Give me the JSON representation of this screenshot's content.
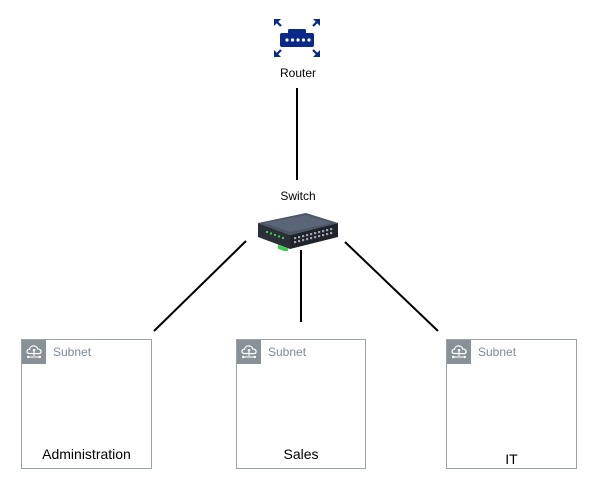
{
  "router": {
    "label": "Router",
    "icon": "router-icon",
    "color": "#0a2a8a"
  },
  "switch": {
    "label": "Switch",
    "icon": "network-switch-icon"
  },
  "subnets": [
    {
      "title": "Subnet",
      "name": "Administration",
      "icon": "subnet-cloud-icon"
    },
    {
      "title": "Subnet",
      "name": "Sales",
      "icon": "subnet-cloud-icon"
    },
    {
      "title": "Subnet",
      "name": "IT",
      "icon": "subnet-cloud-icon"
    }
  ],
  "colors": {
    "connector": "#000000",
    "subnet_border": "#9aa3ab",
    "subnet_icon_bg": "#879196",
    "subnet_title": "#7d8998"
  }
}
